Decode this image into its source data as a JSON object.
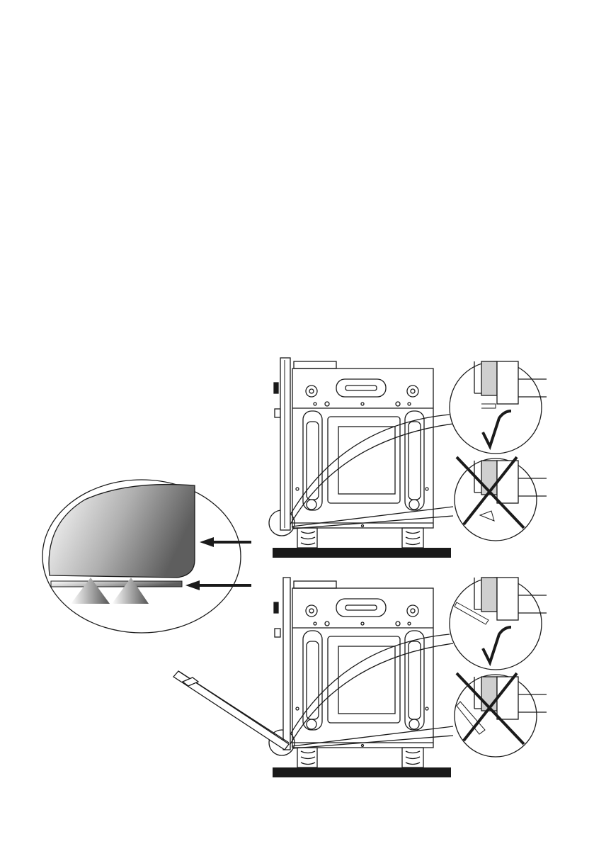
{
  "diagram": {
    "colors": {
      "line": "#1a1a1a",
      "base_bar": "#1a1a1a",
      "panel_gray": "#cfcfcf",
      "glass_dark": "#6a6a6a",
      "glass_light": "#ffffff"
    },
    "panels": [
      {
        "door_state": "closed",
        "callouts": [
          {
            "result": "correct",
            "icon": "check-mark-icon"
          },
          {
            "result": "incorrect",
            "icon": "cross-mark-icon"
          }
        ]
      },
      {
        "door_state": "open",
        "callouts": [
          {
            "result": "correct",
            "icon": "check-mark-icon"
          },
          {
            "result": "incorrect",
            "icon": "cross-mark-icon"
          }
        ]
      }
    ],
    "detail_view": {
      "arrows": [
        "left-arrow-icon",
        "left-arrow-icon",
        "up-arrow-icon",
        "up-arrow-icon"
      ]
    }
  }
}
